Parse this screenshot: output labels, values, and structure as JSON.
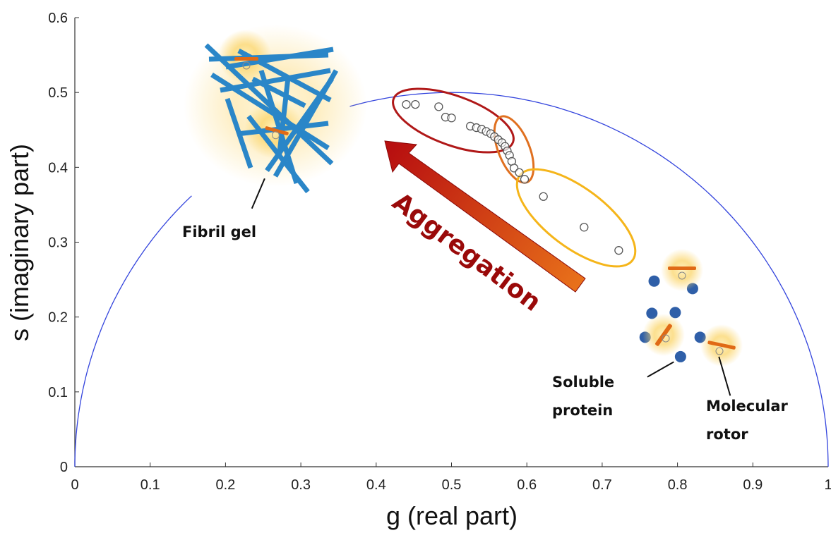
{
  "chart_data": {
    "type": "scatter",
    "xlabel": "g (real part)",
    "ylabel": "s (imaginary part)",
    "xlim": [
      0,
      1
    ],
    "ylim": [
      0,
      0.6
    ],
    "xticks": [
      "0",
      "0.1",
      "0.2",
      "0.3",
      "0.4",
      "0.5",
      "0.6",
      "0.7",
      "0.8",
      "0.9",
      "1"
    ],
    "yticks": [
      "0",
      "0.1",
      "0.2",
      "0.3",
      "0.4",
      "0.5",
      "0.6"
    ],
    "grid": false,
    "universal_circle": {
      "center": [
        0.5,
        0
      ],
      "radius": 0.5,
      "color": "#3344dd"
    },
    "series": [
      {
        "marker": "open-circle",
        "color": "#555555",
        "points": [
          [
            0.44,
            0.484
          ],
          [
            0.452,
            0.484
          ],
          [
            0.483,
            0.481
          ],
          [
            0.492,
            0.467
          ],
          [
            0.5,
            0.466
          ],
          [
            0.525,
            0.455
          ],
          [
            0.533,
            0.453
          ],
          [
            0.54,
            0.451
          ],
          [
            0.546,
            0.448
          ],
          [
            0.552,
            0.445
          ],
          [
            0.557,
            0.441
          ],
          [
            0.562,
            0.437
          ],
          [
            0.567,
            0.433
          ],
          [
            0.571,
            0.428
          ],
          [
            0.574,
            0.422
          ],
          [
            0.577,
            0.416
          ],
          [
            0.58,
            0.408
          ],
          [
            0.583,
            0.399
          ],
          [
            0.59,
            0.393
          ],
          [
            0.597,
            0.384
          ],
          [
            0.622,
            0.361
          ],
          [
            0.676,
            0.32
          ],
          [
            0.722,
            0.289
          ]
        ]
      }
    ],
    "ellipses": [
      {
        "name": "dark-red",
        "color": "#b01818"
      },
      {
        "name": "orange",
        "color": "#e07020"
      },
      {
        "name": "yellow",
        "color": "#f5b51a"
      }
    ],
    "arrow": {
      "label": "Aggregation",
      "from": [
        0.665,
        0.245
      ],
      "to": [
        0.41,
        0.43
      ],
      "colors": [
        "#e8701a",
        "#b81010"
      ]
    },
    "annotations": [
      {
        "id": "fibril-gel",
        "text": "Fibril gel",
        "pointer_from": [
          0.235,
          0.345
        ],
        "pointer_to": [
          0.252,
          0.385
        ]
      },
      {
        "id": "soluble-protein",
        "lines": [
          "Soluble",
          "protein"
        ],
        "pointer_from": [
          0.76,
          0.12
        ],
        "pointer_to": [
          0.795,
          0.14
        ]
      },
      {
        "id": "molecular-rotor",
        "lines": [
          "Molecular",
          "rotor"
        ],
        "pointer_from": [
          0.855,
          0.147
        ],
        "pointer_to": [
          0.87,
          0.095
        ]
      }
    ],
    "protein_dots": [
      [
        0.769,
        0.248
      ],
      [
        0.82,
        0.238
      ],
      [
        0.766,
        0.205
      ],
      [
        0.797,
        0.206
      ],
      [
        0.757,
        0.173
      ],
      [
        0.83,
        0.173
      ],
      [
        0.804,
        0.147
      ]
    ],
    "colors": {
      "fibril": "#2a86c8",
      "dots": "#2f5fa8",
      "rotor": "#e06a16",
      "glow": "#fbd56a"
    }
  }
}
